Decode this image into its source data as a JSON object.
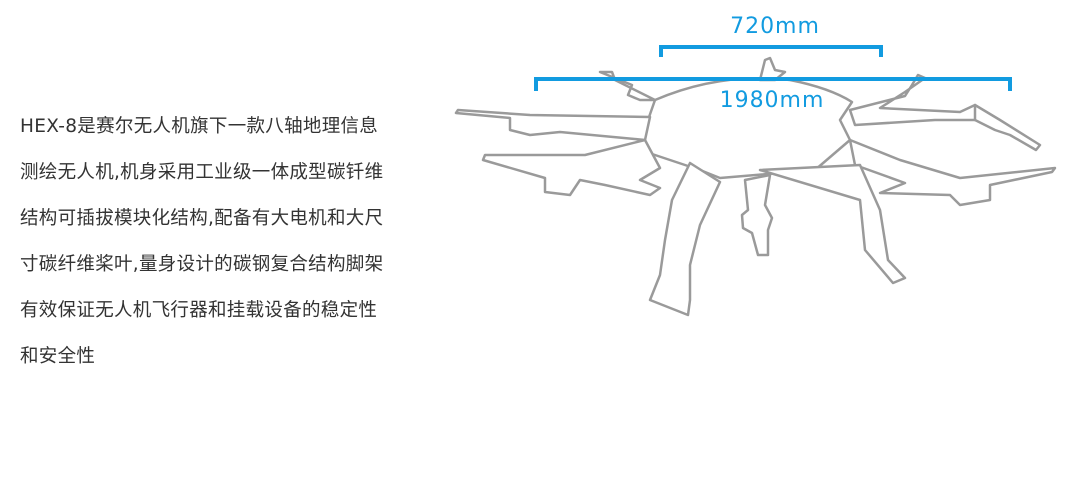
{
  "description": {
    "lines": [
      "HEX-8是赛尔无人机旗下一款八轴地理信息",
      "测绘无人机,机身采用工业级一体成型碳钎维",
      "结构可插拔模块化结构,配备有大电机和大尺",
      "寸碳纤维桨叶,量身设计的碳钢复合结构脚架",
      "有效保证无人机飞行器和挂载设备的稳定性",
      "和安全性"
    ]
  },
  "dimensions": {
    "center_span": "720mm",
    "total_span": "1980mm"
  },
  "colors": {
    "accent": "#129be0",
    "outline": "#9a9a9a",
    "text": "#333333"
  }
}
